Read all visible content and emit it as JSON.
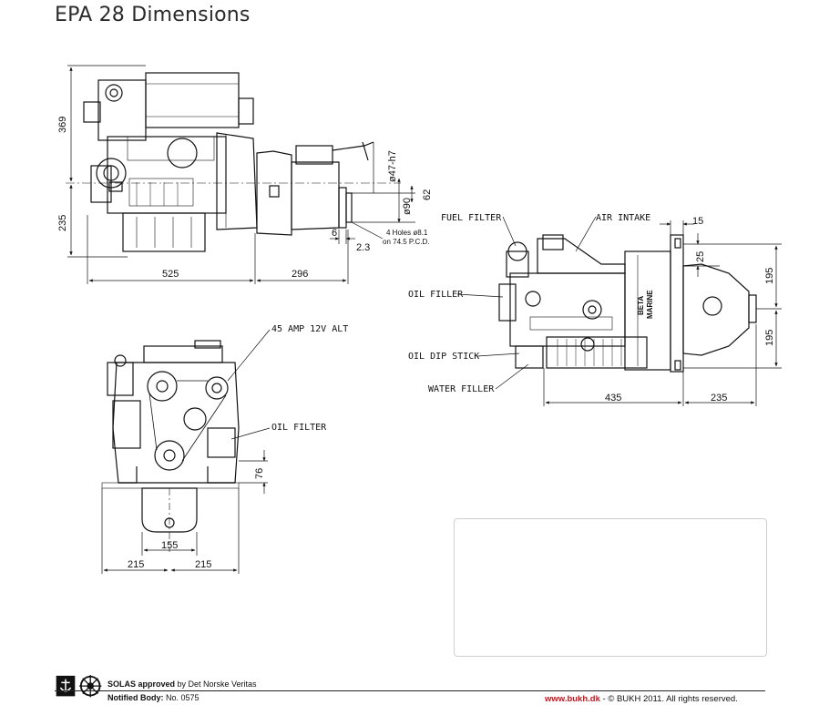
{
  "title": "EPA 28 Dimensions",
  "dimensions": {
    "side_height_upper": "369",
    "side_height_lower": "235",
    "side_length_engine": "525",
    "side_length_gearbox": "296",
    "flange_dia_47": "ø47-h7",
    "flange_dia_90": "ø90",
    "flange_62": "62",
    "flange_6": "6",
    "flange_23": "2.3",
    "holes_note_1": "4 Holes ø8.1",
    "holes_note_2": "on 74.5 P.C.D.",
    "top_15": "15",
    "top_25": "25",
    "top_195_upper": "195",
    "top_195_lower": "195",
    "top_435": "435",
    "top_235": "235",
    "front_76": "76",
    "front_155": "155",
    "front_215_left": "215",
    "front_215_right": "215"
  },
  "callouts": {
    "fuel_filter": "FUEL FILTER",
    "air_intake": "AIR INTAKE",
    "oil_filler": "OIL FILLER",
    "oil_dip_stick": "OIL DIP STICK",
    "water_filler": "WATER FILLER",
    "alternator": "45 AMP 12V ALT",
    "oil_filter": "OIL FILTER"
  },
  "engine_marks": {
    "badge_1": "BETA",
    "badge_2": "MARINE"
  },
  "footer": {
    "solas_bold": "SOLAS approved",
    "solas_rest": " by Det Norske Veritas",
    "notified_bold": "Notified Body:",
    "notified_rest": " No. 0575",
    "website": "www.bukh.dk",
    "copyright": " - © BUKH 2011. All rights reserved."
  },
  "colors": {
    "accent_red": "#c4161c",
    "line": "#111111"
  }
}
